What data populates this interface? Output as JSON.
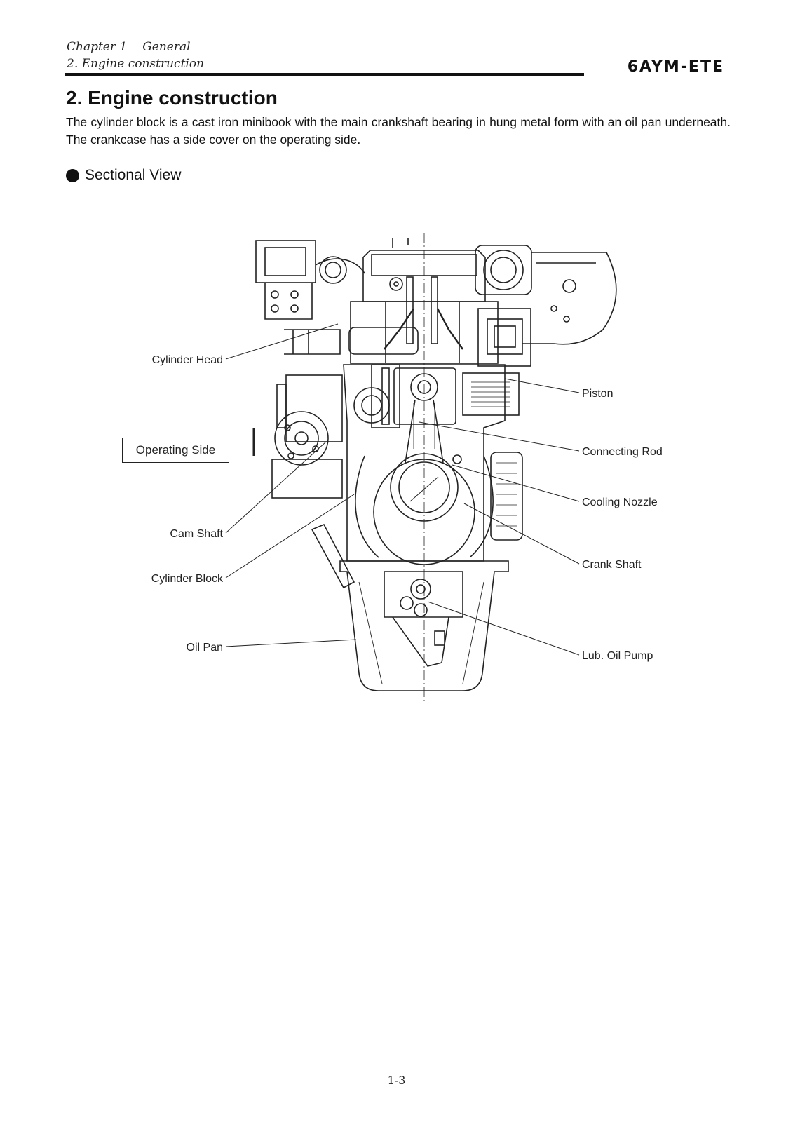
{
  "header": {
    "chapter": "Chapter 1",
    "chapter_title": "General",
    "section": "2. Engine construction",
    "model": "6AYM-ETE"
  },
  "title": "2. Engine construction",
  "intro": "The cylinder block is a cast iron minibook with the main crankshaft bearing in hung metal form with an oil pan underneath. The crankcase has a side cover on the operating side.",
  "subheading": "Sectional View",
  "figure": {
    "operating_side": "Operating Side",
    "labels_left": [
      "Cylinder Head",
      "Cam Shaft",
      "Cylinder Block",
      "Oil Pan"
    ],
    "labels_right": [
      "Piston",
      "Connecting Rod",
      "Cooling Nozzle",
      "Crank Shaft",
      "Lub. Oil Pump"
    ]
  },
  "page_number": "1-3"
}
